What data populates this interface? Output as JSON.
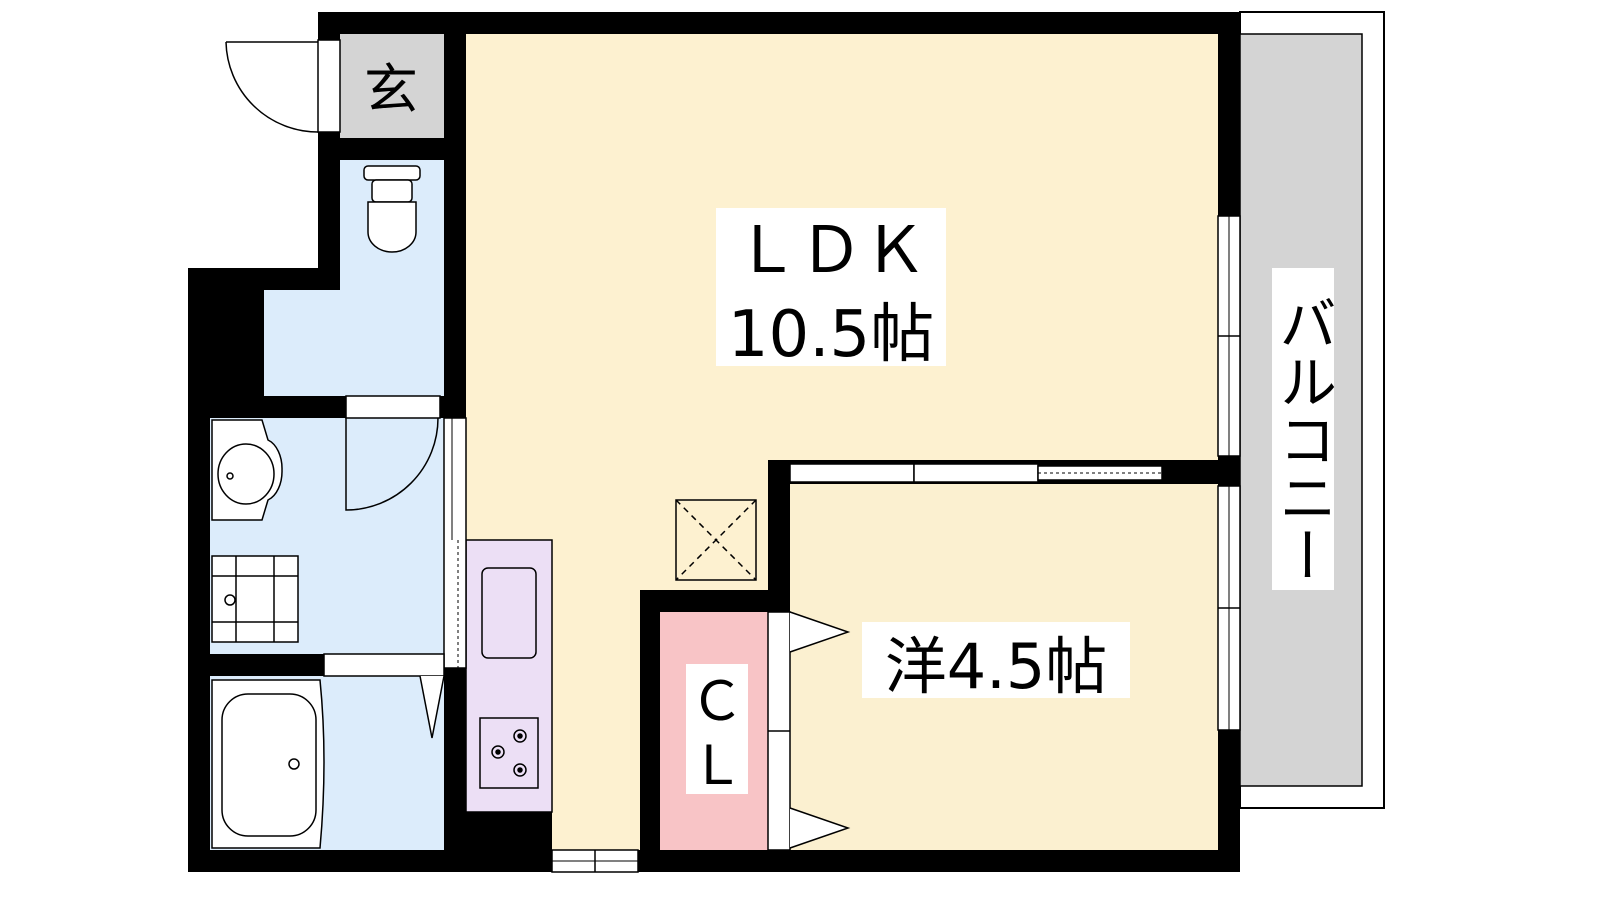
{
  "rooms": {
    "genkan": {
      "label": "玄"
    },
    "ldk": {
      "name": "ＬＤＫ",
      "size": "10.5帖"
    },
    "western": {
      "label": "洋4.5帖"
    },
    "closet": {
      "line1": "Ｃ",
      "line2": "Ｌ"
    },
    "balcony": {
      "label": "バルコニー"
    }
  },
  "colors": {
    "wall": "#000000",
    "ldk_floor": "#fdf1d0",
    "western_floor": "#fbf0d0",
    "wet_area": "#dcecfb",
    "kitchen": "#ecdff5",
    "closet": "#f8c4c6",
    "balcony": "#d4d4d4",
    "genkan": "#d4d4d4"
  },
  "icons": [
    "toilet-icon",
    "washbasin-icon",
    "washing-machine-icon",
    "bathtub-icon",
    "sink-icon",
    "stove-icon",
    "ceiling-vent-icon",
    "door-swing-icon"
  ]
}
